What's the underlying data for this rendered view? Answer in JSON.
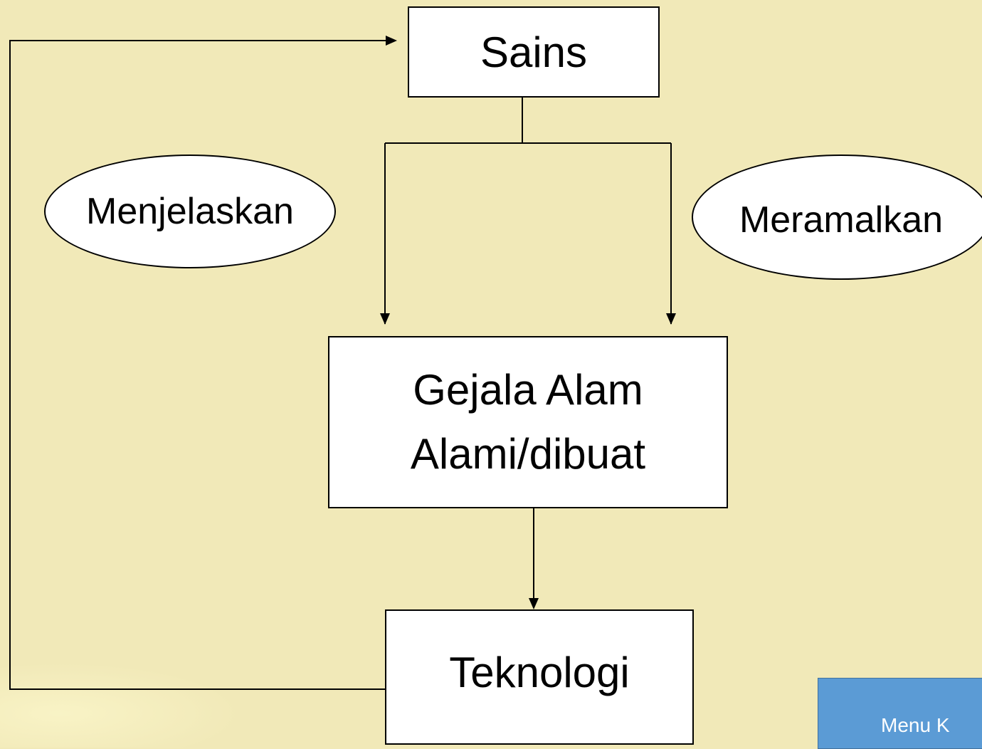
{
  "colors": {
    "background": "#f1e9b8",
    "node_fill": "#ffffff",
    "stroke": "#000000",
    "button_fill": "#5b9bd5",
    "button_text": "#ffffff"
  },
  "diagram": {
    "nodes": {
      "sains": "Sains",
      "gejala_line1": "Gejala Alam",
      "gejala_line2": "Alami/dibuat",
      "teknologi": "Teknologi"
    },
    "labels": {
      "menjelaskan": "Menjelaskan",
      "meramalkan": "Meramalkan"
    }
  },
  "navigation": {
    "menu_button_label": "Menu K"
  }
}
